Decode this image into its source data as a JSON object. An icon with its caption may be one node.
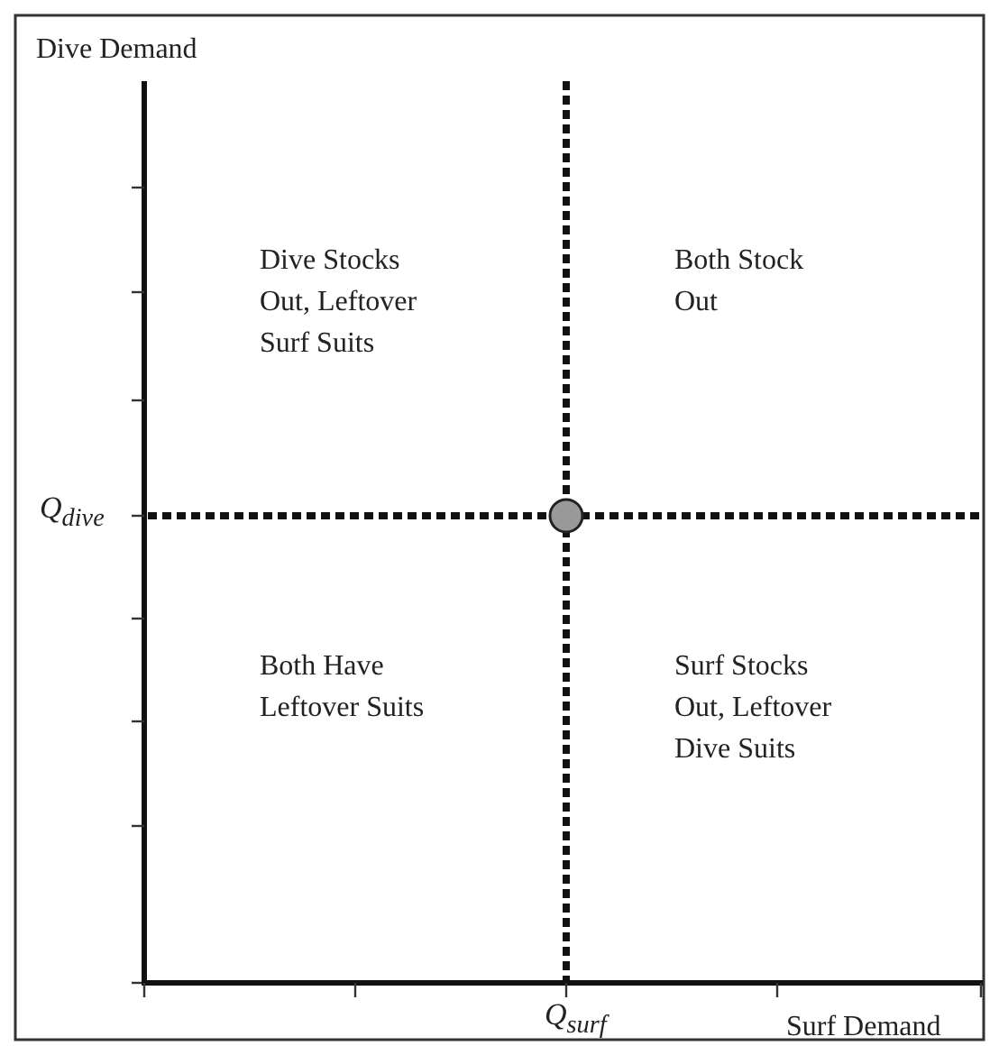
{
  "diagram": {
    "labels": [
      "Dive Demand",
      "Dive Stocks Out, Leftover Surf Suits",
      "Both Stock Out",
      "Q$_{dive}$",
      "Both Have Leftover Suits",
      "Surf Stocks Out, Leftover Dive Suits",
      "Q$_{surf}$",
      "Surf Demand"
    ]
  }
}
